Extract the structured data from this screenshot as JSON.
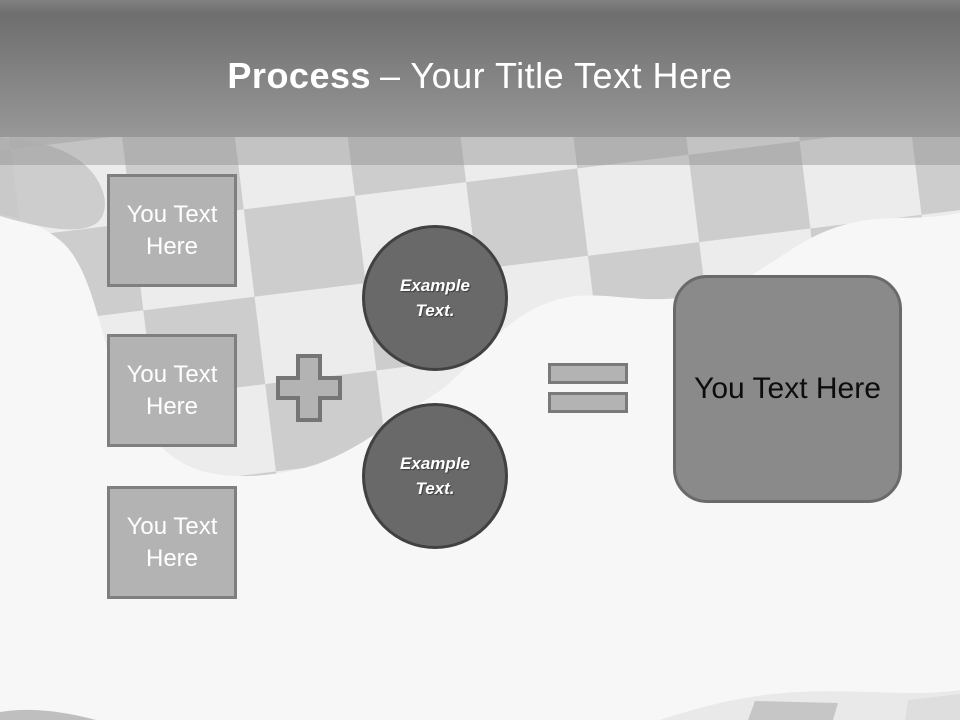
{
  "slide": {
    "title": {
      "bold": "Process",
      "rest": "– Your Title Text Here"
    },
    "left_boxes": [
      {
        "label": "You Text Here"
      },
      {
        "label": "You Text Here"
      },
      {
        "label": "You Text Here"
      }
    ],
    "icons": {
      "plus": "+",
      "equals": "="
    },
    "circles": [
      {
        "label": "Example Text."
      },
      {
        "label": "Example Text."
      }
    ],
    "result_box": {
      "label": "You Text Here"
    },
    "colors": {
      "background": "#f7f7f7",
      "header_mid": "#6e6e6e",
      "header_bottom": "#989898",
      "band": "#8a8a8a",
      "box_fill": "#b3b3b3",
      "box_border": "#7f7f7f",
      "op_border": "#757575",
      "circle_fill": "#696969",
      "circle_border": "#414141",
      "result_fill": "#8a8a8a",
      "result_border": "#6a6a6a",
      "checker_dark": "#cdcdcd",
      "checker_light": "#ececec"
    }
  }
}
